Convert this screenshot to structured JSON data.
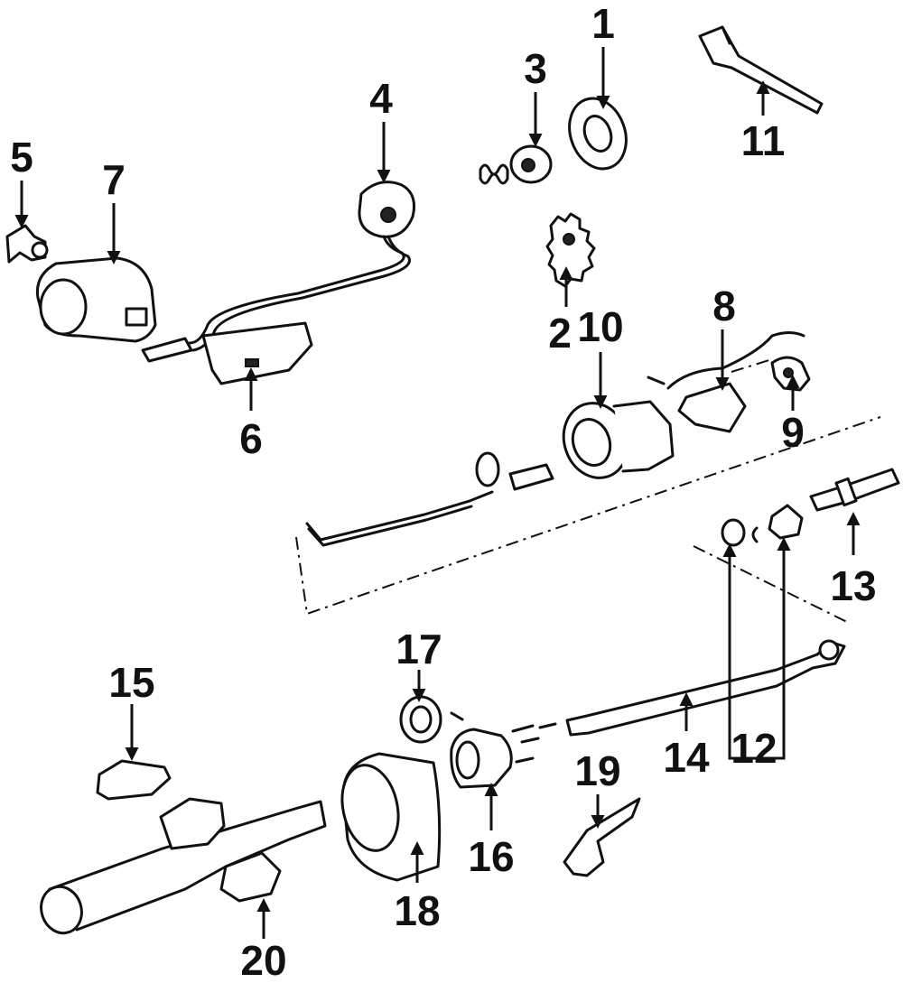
{
  "colors": {
    "ink": "#111111",
    "background": "#ffffff"
  },
  "callouts": [
    {
      "id": "1",
      "label": "1"
    },
    {
      "id": "2",
      "label": "2"
    },
    {
      "id": "3",
      "label": "3"
    },
    {
      "id": "4",
      "label": "4"
    },
    {
      "id": "5",
      "label": "5"
    },
    {
      "id": "6",
      "label": "6"
    },
    {
      "id": "7",
      "label": "7"
    },
    {
      "id": "8",
      "label": "8"
    },
    {
      "id": "9",
      "label": "9"
    },
    {
      "id": "10",
      "label": "10"
    },
    {
      "id": "11",
      "label": "11"
    },
    {
      "id": "12",
      "label": "12"
    },
    {
      "id": "13",
      "label": "13"
    },
    {
      "id": "14",
      "label": "14"
    },
    {
      "id": "15",
      "label": "15"
    },
    {
      "id": "16",
      "label": "16"
    },
    {
      "id": "17",
      "label": "17"
    },
    {
      "id": "18",
      "label": "18"
    },
    {
      "id": "19",
      "label": "19"
    },
    {
      "id": "20",
      "label": "20"
    }
  ]
}
